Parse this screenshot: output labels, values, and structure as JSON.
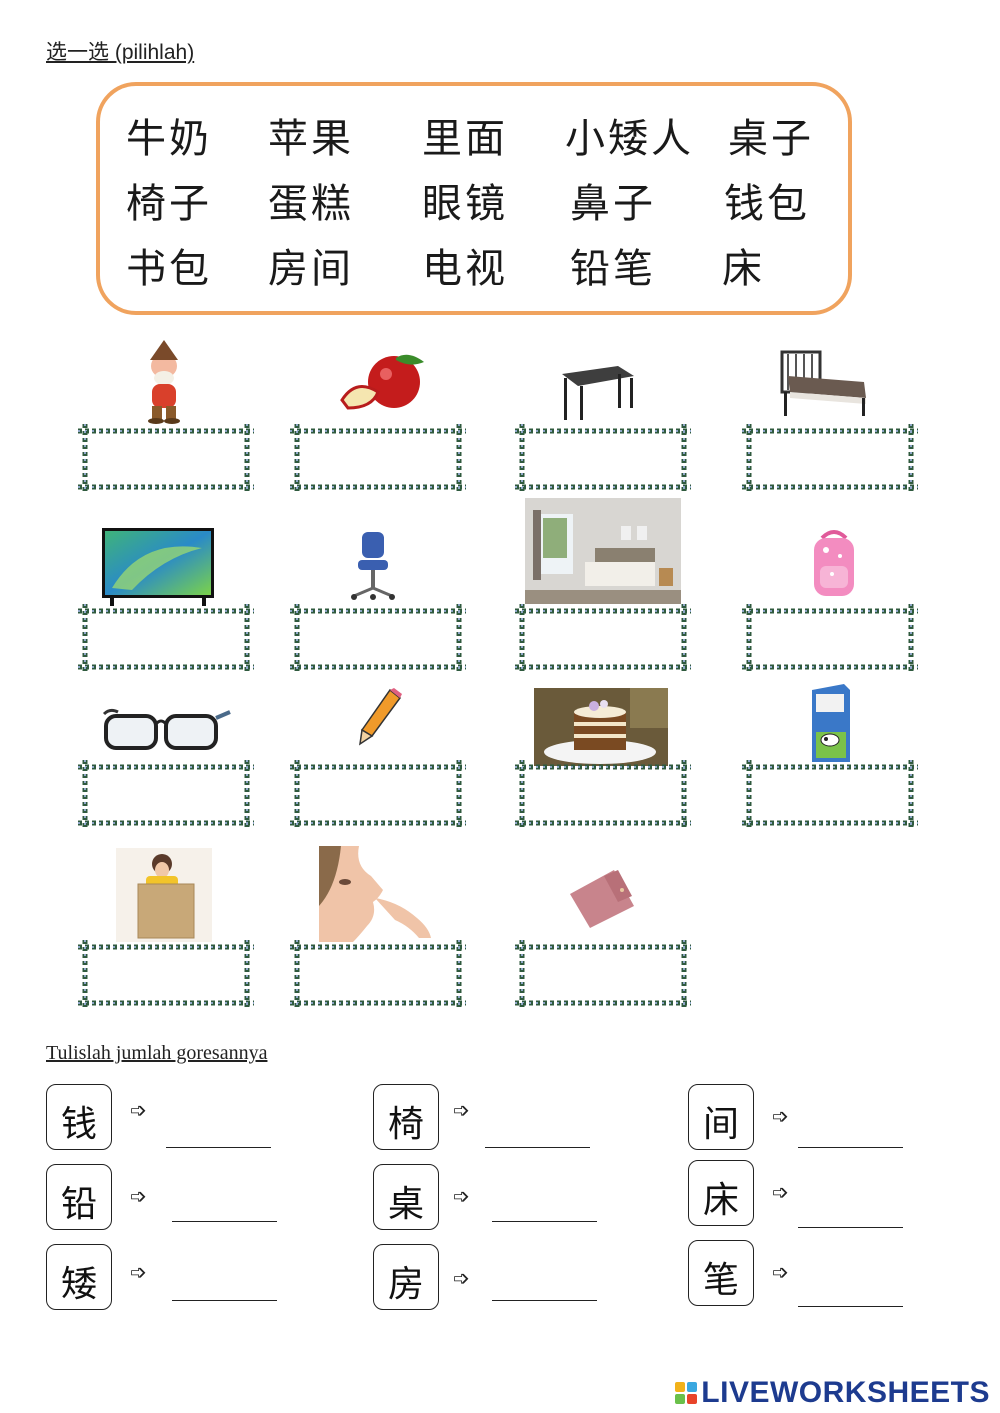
{
  "header": {
    "title": "选一选 (pilihlah)"
  },
  "word_bank": [
    [
      "牛奶",
      "苹果",
      "里面",
      "小矮人",
      "桌子"
    ],
    [
      "椅子",
      "蛋糕",
      "眼镜",
      "鼻子",
      "钱包"
    ],
    [
      "书包",
      "房间",
      "电视",
      "铅笔",
      "床"
    ]
  ],
  "pictures": [
    {
      "icon": "dwarf-picture"
    },
    {
      "icon": "apple-picture"
    },
    {
      "icon": "table-picture"
    },
    {
      "icon": "bed-picture"
    },
    {
      "icon": "television-picture"
    },
    {
      "icon": "chair-picture"
    },
    {
      "icon": "room-picture"
    },
    {
      "icon": "schoolbag-picture"
    },
    {
      "icon": "glasses-picture"
    },
    {
      "icon": "pencil-picture"
    },
    {
      "icon": "cake-picture"
    },
    {
      "icon": "milk-picture"
    },
    {
      "icon": "inside-picture"
    },
    {
      "icon": "nose-picture"
    },
    {
      "icon": "wallet-picture"
    }
  ],
  "strokes_section": {
    "title": "Tulislah jumlah goresannya",
    "arrow": "➩",
    "chars": [
      "钱",
      "椅",
      "间",
      "铅",
      "桌",
      "床",
      "矮",
      "房",
      "笔"
    ]
  },
  "footer": {
    "brand": "LIVEWORKSHEETS"
  },
  "colors": {
    "frame_border": "#f0a35e",
    "brand": "#1d3b8f"
  }
}
